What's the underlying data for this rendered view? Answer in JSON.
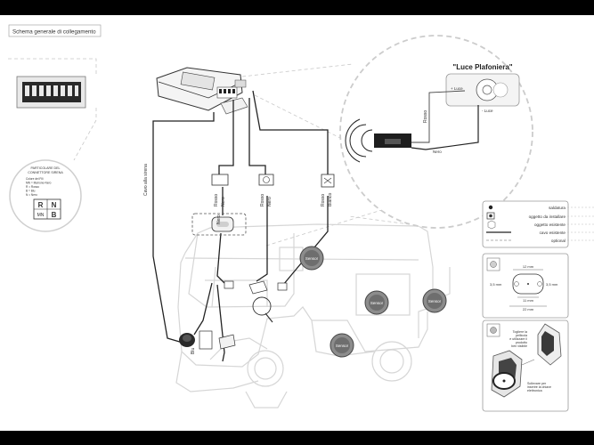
{
  "title": "Schema generale di collegamento",
  "connector_panel": {
    "heading_line1": "PARTICOLARE DEL",
    "heading_line2": "CONNETTORE SIRENA",
    "color_key": [
      "Colore dei Fili",
      "MN = Marrone-Nero",
      "R = Rosso",
      "B = Blu",
      "N = Nero"
    ],
    "pins": [
      "R",
      "N",
      "MN",
      "B"
    ]
  },
  "zoom": {
    "title": "\"Luce Plafoniera\"",
    "plus_luce": "+ Luce",
    "minus_luce": "- Luce",
    "rosso": "Rosso",
    "nero": "Nero"
  },
  "wire_labels": {
    "antenna": "Cavo alla sirena",
    "rosso": "Rosso",
    "nero": "Nero",
    "bianco": "Bianco",
    "blu": "Blu"
  },
  "legend": {
    "items": [
      "saldatura",
      "oggetto da installare",
      "oggetto esistente",
      "cavo esistente",
      "optional"
    ]
  },
  "dimensions": {
    "width_label": "12 mm",
    "height_left": "3,5 mm",
    "height_right": "3,5 mm",
    "inner_label": "11 mm",
    "bottom_label": "22 mm"
  },
  "key_box": {
    "text_top": [
      "Togliere la",
      "pellicola",
      "e utilizzare il",
      "prodotto",
      "ben visibile"
    ],
    "text_bottom": [
      "Sollevare per",
      "inserire la chiave",
      "elettronica"
    ]
  },
  "badges": {
    "text": "Sensor"
  }
}
